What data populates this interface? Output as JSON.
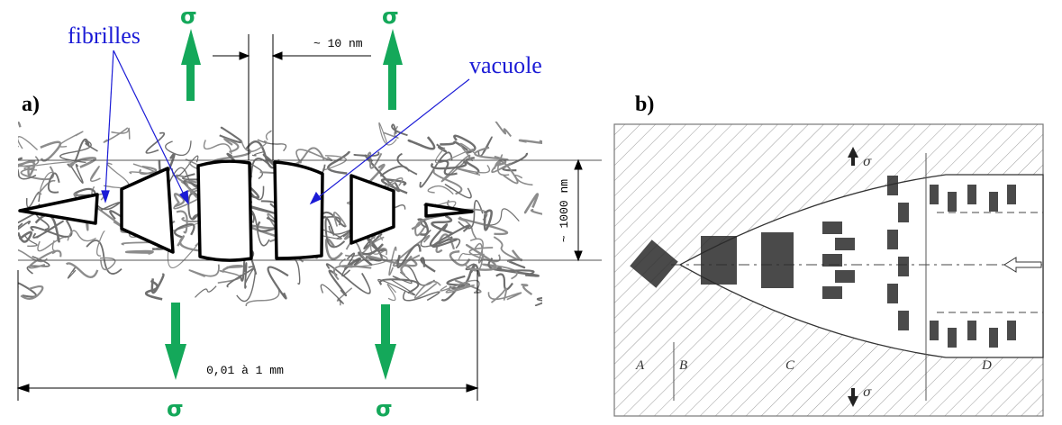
{
  "colors": {
    "stress_arrow": "#14a85a",
    "annotation": "#1b1bd6",
    "fibrils": "#777777",
    "hatch": "#9a9a9a",
    "outline": "#000000"
  },
  "panel_a": {
    "label": "a)",
    "sigma_top_left": "σ",
    "sigma_top_right": "σ",
    "sigma_bottom_left": "σ",
    "sigma_bottom_right": "σ",
    "fibrilles_label": "fibrilles",
    "vacuole_label": "vacuole",
    "dim_gap": "~ 10 nm",
    "dim_height": "~ 1000 nm",
    "dim_length": "0,01 à 1 mm"
  },
  "panel_b": {
    "label": "b)",
    "sigma_top": "σ",
    "sigma_bottom": "σ",
    "zones": [
      "A",
      "B",
      "C",
      "D"
    ]
  }
}
